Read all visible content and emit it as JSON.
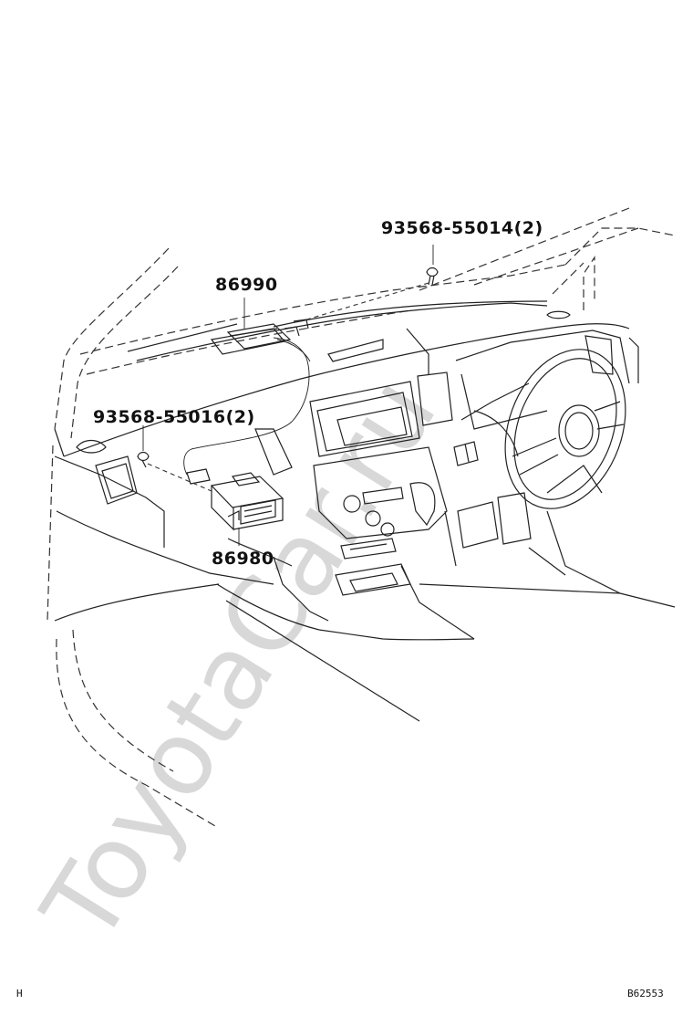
{
  "watermark": "ToyotaCar.ru",
  "callouts": {
    "bolt_upper": "93568-55014(2)",
    "receiver": "86990",
    "bolt_lower": "93568-55016(2)",
    "module": "86980"
  },
  "footer": {
    "left_code": "H",
    "right_code": "B62553"
  }
}
